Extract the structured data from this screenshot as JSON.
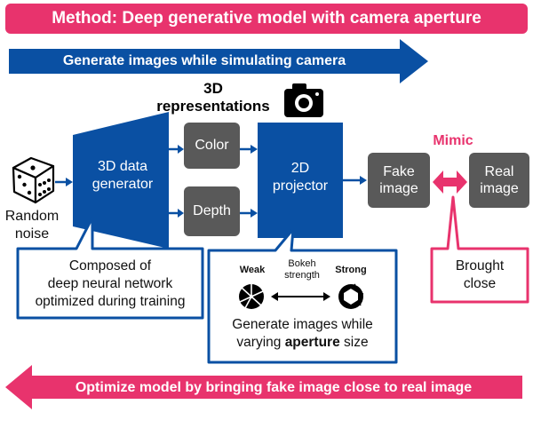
{
  "title": "Method: Deep generative model with camera aperture",
  "top_arrow_label": "Generate images while simulating camera",
  "bottom_arrow_label": "Optimize model by bringing fake image close to real image",
  "representations_label": "3D\nrepresentations",
  "generator": {
    "label": "3D data\ngenerator"
  },
  "random_noise": "Random\nnoise",
  "color_box": "Color",
  "depth_box": "Depth",
  "projector": {
    "label": "2D\nprojector"
  },
  "fake_image": "Fake\nimage",
  "real_image": "Real\nimage",
  "mimic_label": "Mimic",
  "generator_callout": "Composed of\ndeep neural network\noptimized during training",
  "projector_callout": {
    "weak": "Weak",
    "bokeh": "Bokeh\nstrength",
    "strong": "Strong",
    "text_line1": "Generate images while",
    "text_line2_prefix": "varying ",
    "text_line2_bold": "aperture",
    "text_line2_suffix": " size"
  },
  "brought_close": "Brought\nclose",
  "colors": {
    "pink": "#e8336d",
    "blue": "#0a50a3",
    "gray": "#595959",
    "black": "#000000"
  },
  "icons": [
    "dice-icon",
    "camera-icon",
    "aperture-weak-icon",
    "aperture-strong-icon",
    "double-arrow-icon"
  ]
}
